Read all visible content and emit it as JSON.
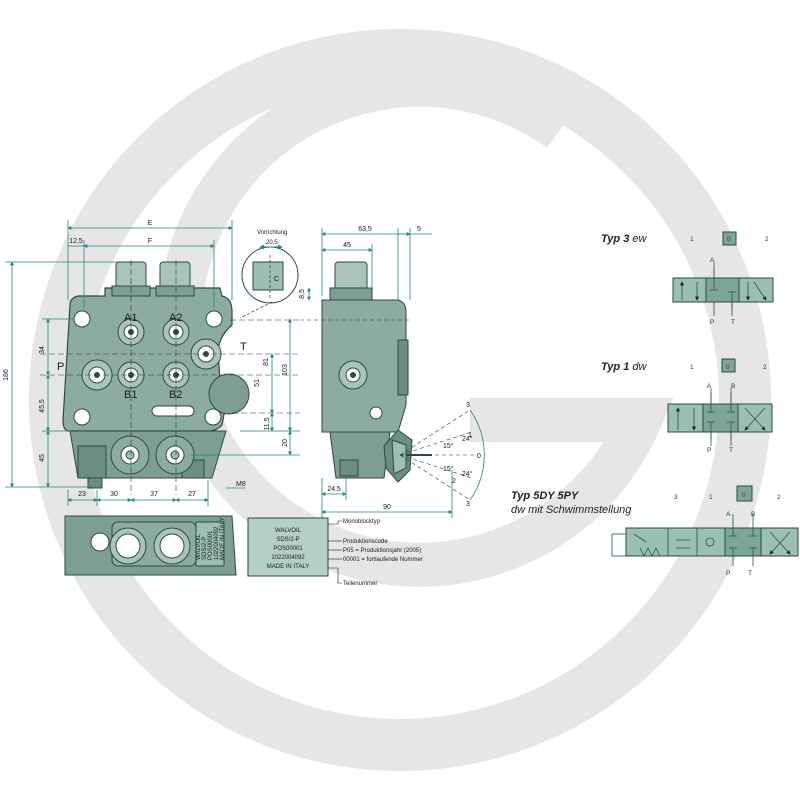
{
  "watermark": {
    "color": "#e3e3e3"
  },
  "front_view": {
    "dims_top": {
      "e": "E",
      "f": "F",
      "d12_5": "12,5"
    },
    "dims_left": {
      "d186": "186",
      "d34": "34",
      "d45_5": "45,5",
      "d45": "45"
    },
    "dims_right": {
      "d103": "103",
      "d81": "81",
      "d51": "51",
      "d11_5": "11,5",
      "d20": "20"
    },
    "dims_bottom": {
      "d23": "23",
      "d30": "30",
      "d37": "37",
      "d27": "27"
    },
    "ports": {
      "a1": "A1",
      "a2": "A2",
      "b1": "B1",
      "b2": "B2",
      "p": "P",
      "t": "T"
    },
    "thread": "M8"
  },
  "detail": {
    "title": "Vorrichtung",
    "dim": "20,5",
    "letter": "C"
  },
  "side_view": {
    "dims_top": {
      "d63_5": "63,5",
      "d45": "45",
      "d5": "5"
    },
    "dim_8_5": "8,5",
    "dims_bottom": {
      "d24_5": "24,5",
      "d90": "90"
    },
    "angles": {
      "a3a": "3",
      "a24a": "24°",
      "a15a": "15°",
      "a1": "1",
      "a0": "0",
      "a15b": "15°",
      "a24b": "24°",
      "a2": "2",
      "a3b": "3"
    }
  },
  "nameplate": {
    "lines": [
      "WALVOIL",
      "SDS/2-P",
      "POS00001",
      "1022004092",
      "MADE IN ITALY"
    ],
    "callouts": [
      "Monoblocktyp",
      "Produktionscode",
      "P05 = Produktionsjahr (2005)",
      "00001 = fortlaufende  Nummer",
      "Teilenummer"
    ],
    "stamp": [
      "WALVOIL",
      "SDS/2-P",
      "POS00001",
      "1022004092",
      "MADE IN ITALY"
    ]
  },
  "schematics": [
    {
      "typ": "Typ",
      "num": "3",
      "suffix": " ew",
      "pos_left": "1",
      "pos_mid": "0",
      "pos_right": "2",
      "a": "A",
      "b": "",
      "p": "P",
      "t": "T"
    },
    {
      "typ": "Typ",
      "num": "1",
      "suffix": " dw",
      "pos_left": "1",
      "pos_mid": "0",
      "pos_right": "2",
      "a": "A",
      "b": "B",
      "p": "P",
      "t": "T"
    },
    {
      "typ": "Typ 5DY 5PY",
      "sub": "dw mit Schwimmstellung",
      "pos_3": "3",
      "pos_left": "1",
      "pos_mid": "0",
      "pos_right": "2",
      "a": "A",
      "b": "B",
      "p": "P",
      "t": "T"
    }
  ],
  "colors": {
    "body": "#7d9f92",
    "body_light": "#a9c4b9",
    "body_dark": "#3e5a4f",
    "dim_line": "#1e8a7c",
    "cell": "#7ea697",
    "cell_dark": "#9bbfb1"
  }
}
